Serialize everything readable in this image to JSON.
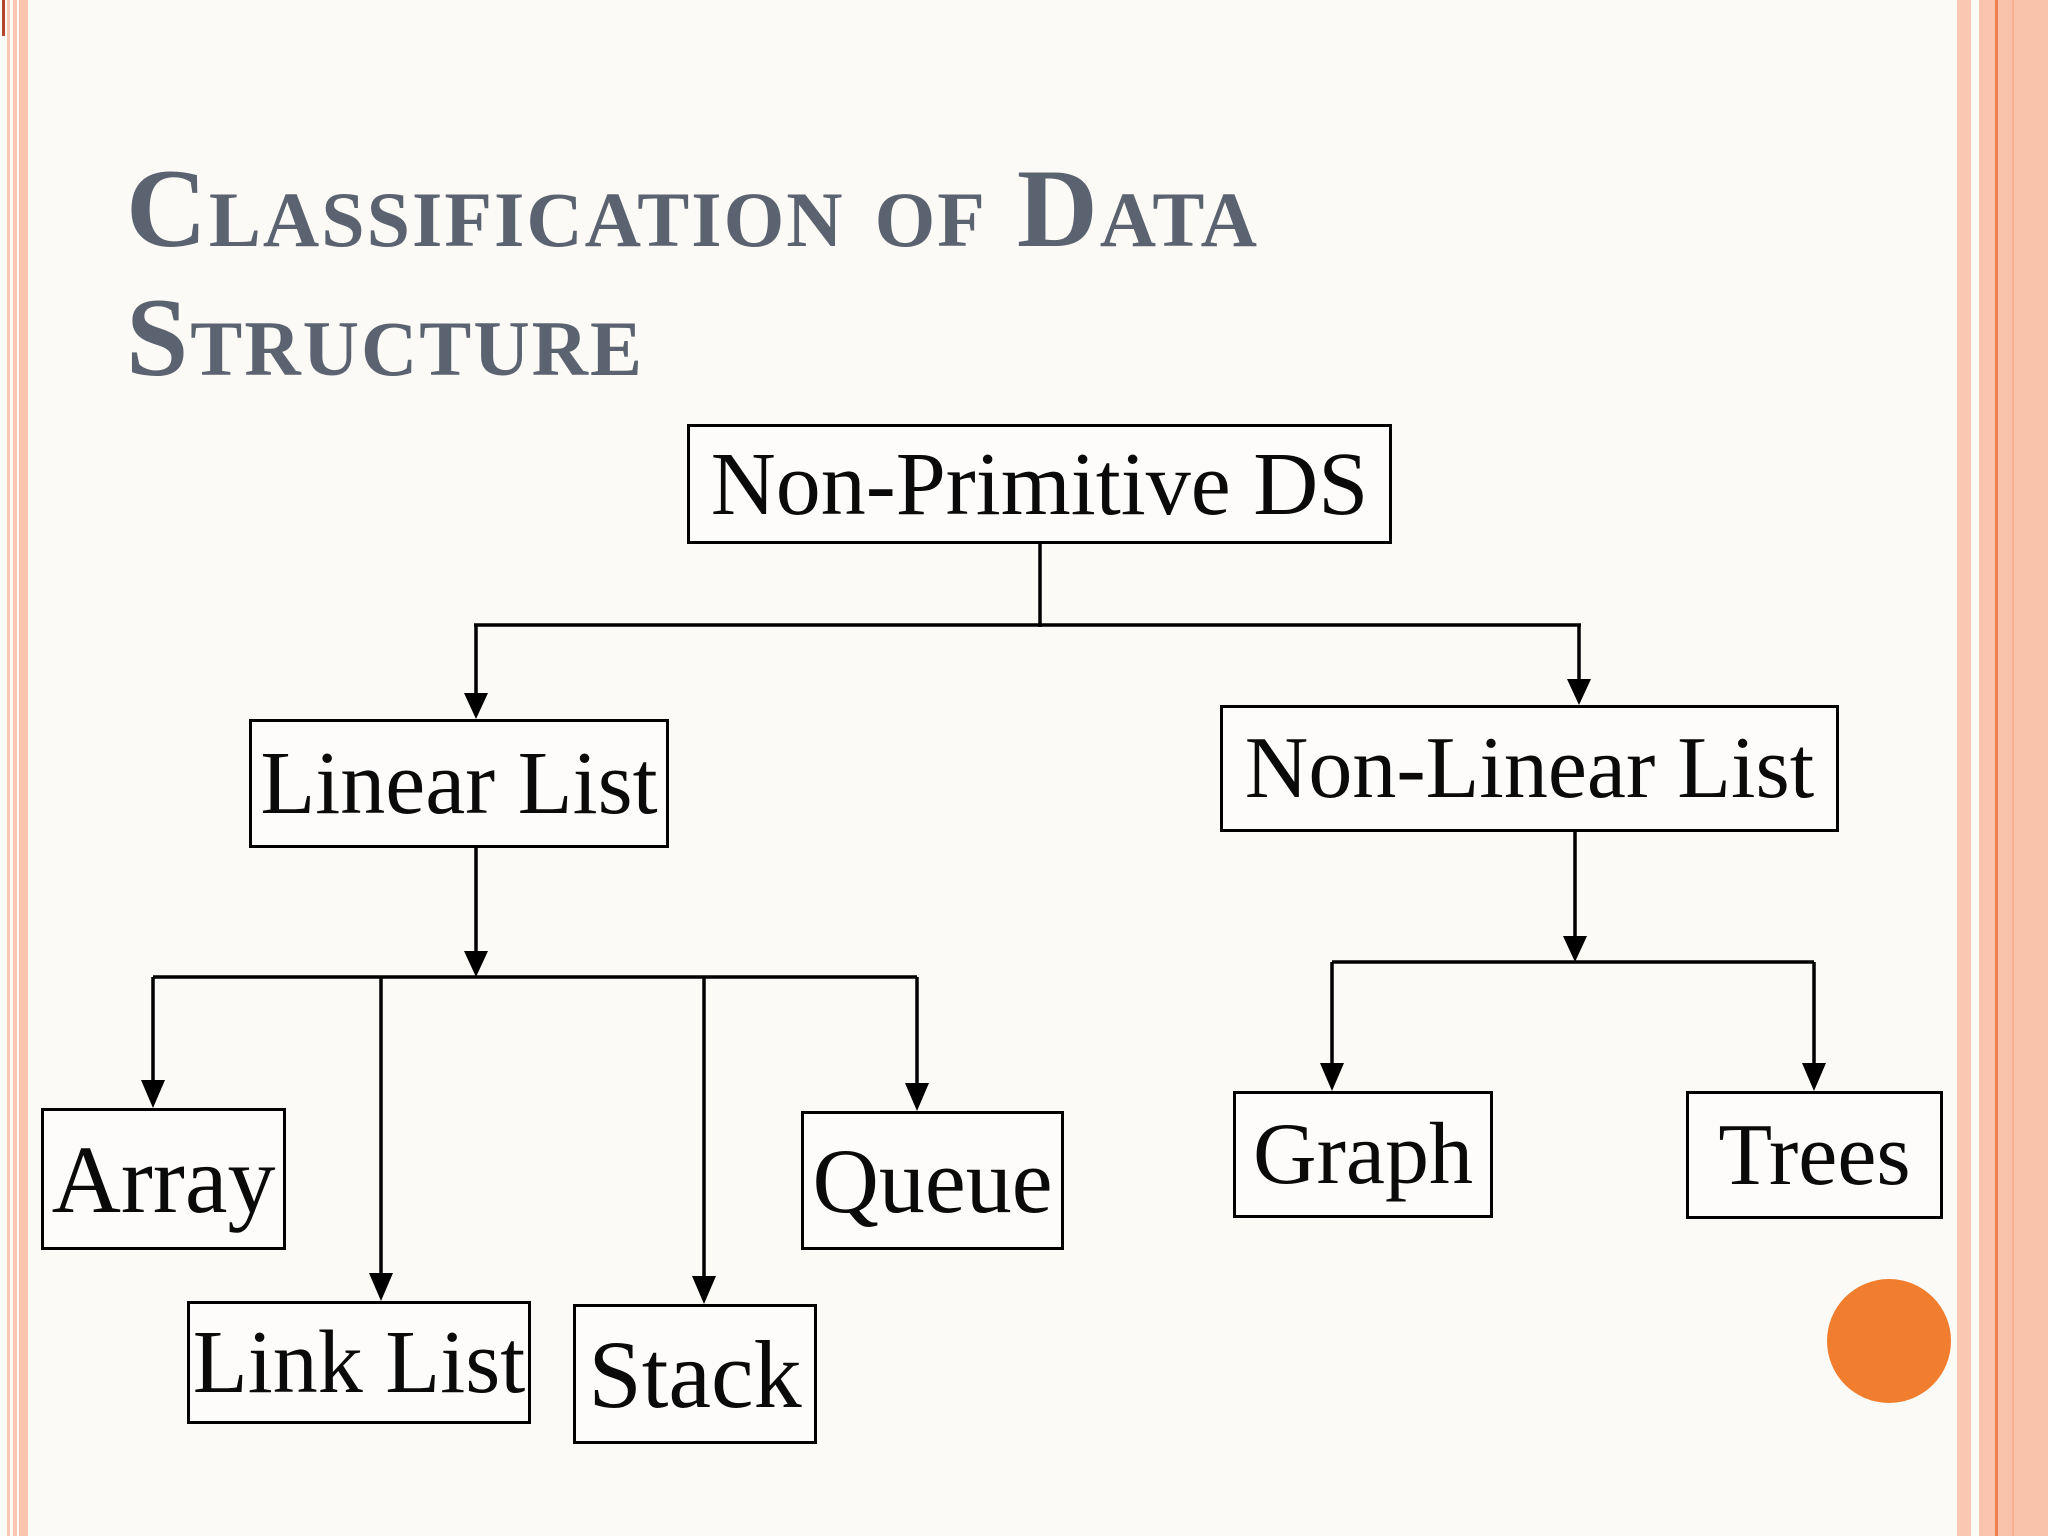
{
  "slide": {
    "title": {
      "line1": "Classification of Data",
      "line2": "Structure"
    },
    "colors": {
      "title_text": "#5B6370",
      "stripe_salmon": "#FAC7B3",
      "stripe_accent_orange": "#EE8052",
      "circle_orange": "#F17E2E",
      "connector_black": "#000000",
      "background": "#FCFAF6"
    }
  },
  "nodes": {
    "non_primitive": {
      "label": "Non-Primitive DS"
    },
    "linear": {
      "label": "Linear List"
    },
    "non_linear": {
      "label": "Non-Linear List"
    },
    "array": {
      "label": "Array"
    },
    "link_list": {
      "label": "Link List"
    },
    "stack": {
      "label": "Stack"
    },
    "queue": {
      "label": "Queue"
    },
    "graph": {
      "label": "Graph"
    },
    "trees": {
      "label": "Trees"
    }
  },
  "tree": {
    "root": "Non-Primitive DS",
    "children": [
      {
        "label": "Linear List",
        "children": [
          "Array",
          "Link List",
          "Stack",
          "Queue"
        ]
      },
      {
        "label": "Non-Linear List",
        "children": [
          "Graph",
          "Trees"
        ]
      }
    ]
  }
}
